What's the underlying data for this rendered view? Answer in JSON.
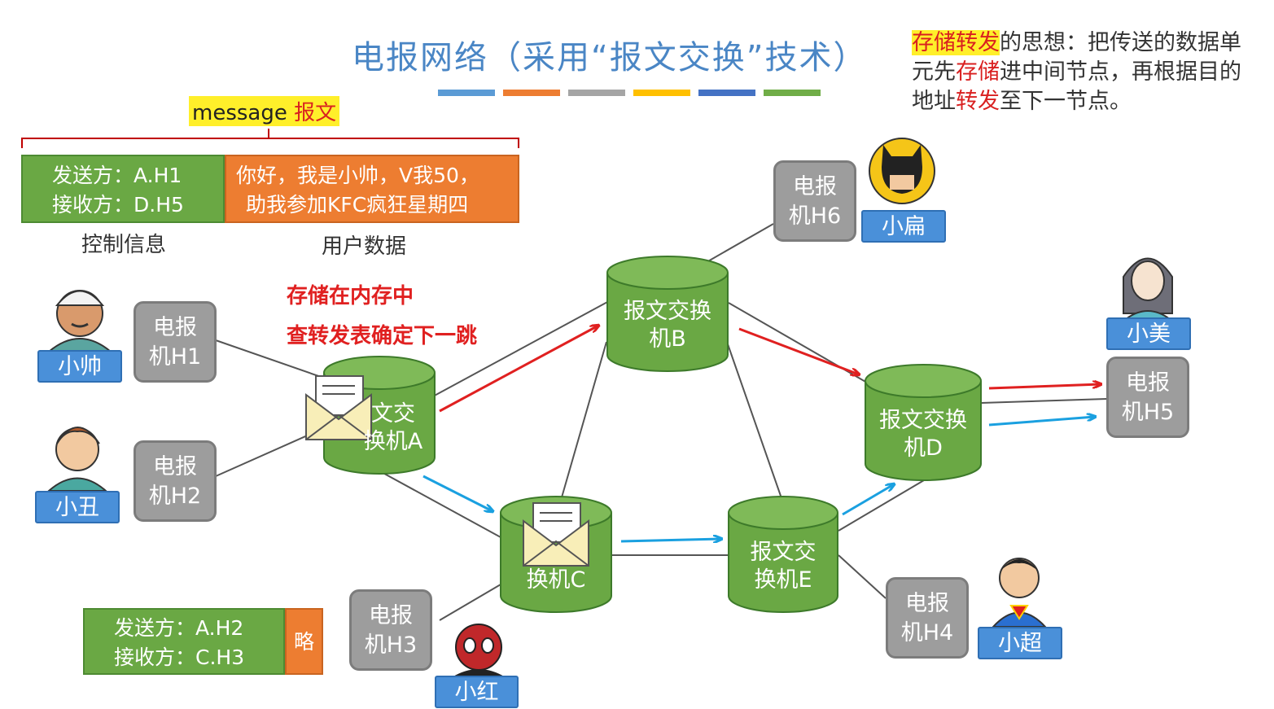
{
  "title": "电报网络（采用“报文交换”技术）",
  "title_bar_colors": [
    "#5b9bd5",
    "#ed7d31",
    "#a5a5a5",
    "#ffc000",
    "#4472c4",
    "#70ad47"
  ],
  "note": {
    "part1_highlight": "存储转发",
    "part2": "的思想：把传送的数据单元先",
    "part3_red": "存储",
    "part4": "进中间节点，再根据目的地址",
    "part5_red": "转发",
    "part6": "至下一节点。"
  },
  "message_label": {
    "en": "message",
    "zh": " 报文"
  },
  "message1": {
    "sender": "发送方：A.H1",
    "receiver": "接收方：D.H5",
    "body_line1": "你好，我是小帅，V我50，",
    "body_line2": "助我参加KFC疯狂星期四",
    "control_caption": "控制信息",
    "user_caption": "用户数据"
  },
  "message2": {
    "sender": "发送方：A.H2",
    "receiver": "接收方：C.H3",
    "body": "略"
  },
  "annotations": {
    "store": "存储在内存中",
    "lookup": "查转发表确定下一跳"
  },
  "hosts": {
    "h1": {
      "line1": "电报",
      "line2": "机H1"
    },
    "h2": {
      "line1": "电报",
      "line2": "机H2"
    },
    "h3": {
      "line1": "电报",
      "line2": "机H3"
    },
    "h4": {
      "line1": "电报",
      "line2": "机H4"
    },
    "h5": {
      "line1": "电报",
      "line2": "机H5"
    },
    "h6": {
      "line1": "电报",
      "line2": "机H6"
    }
  },
  "people": {
    "h1": "小帅",
    "h2": "小丑",
    "h3": "小红",
    "h4": "小超",
    "h5": "小美",
    "h6": "小扁"
  },
  "switches": {
    "a": {
      "line1": "文交",
      "line2": "换机A"
    },
    "b": {
      "line1": "报文交换",
      "line2": "机B"
    },
    "c": {
      "line1": "换机C"
    },
    "d": {
      "line1": "报文交换",
      "line2": "机D"
    },
    "e": {
      "line1": "报文交",
      "line2": "换机E"
    }
  },
  "colors": {
    "switch_green": "#6aa844",
    "host_gray": "#9d9d9d",
    "person_blue": "#4a90d9",
    "route_red": "#e02020",
    "route_blue": "#1aa0e0"
  }
}
